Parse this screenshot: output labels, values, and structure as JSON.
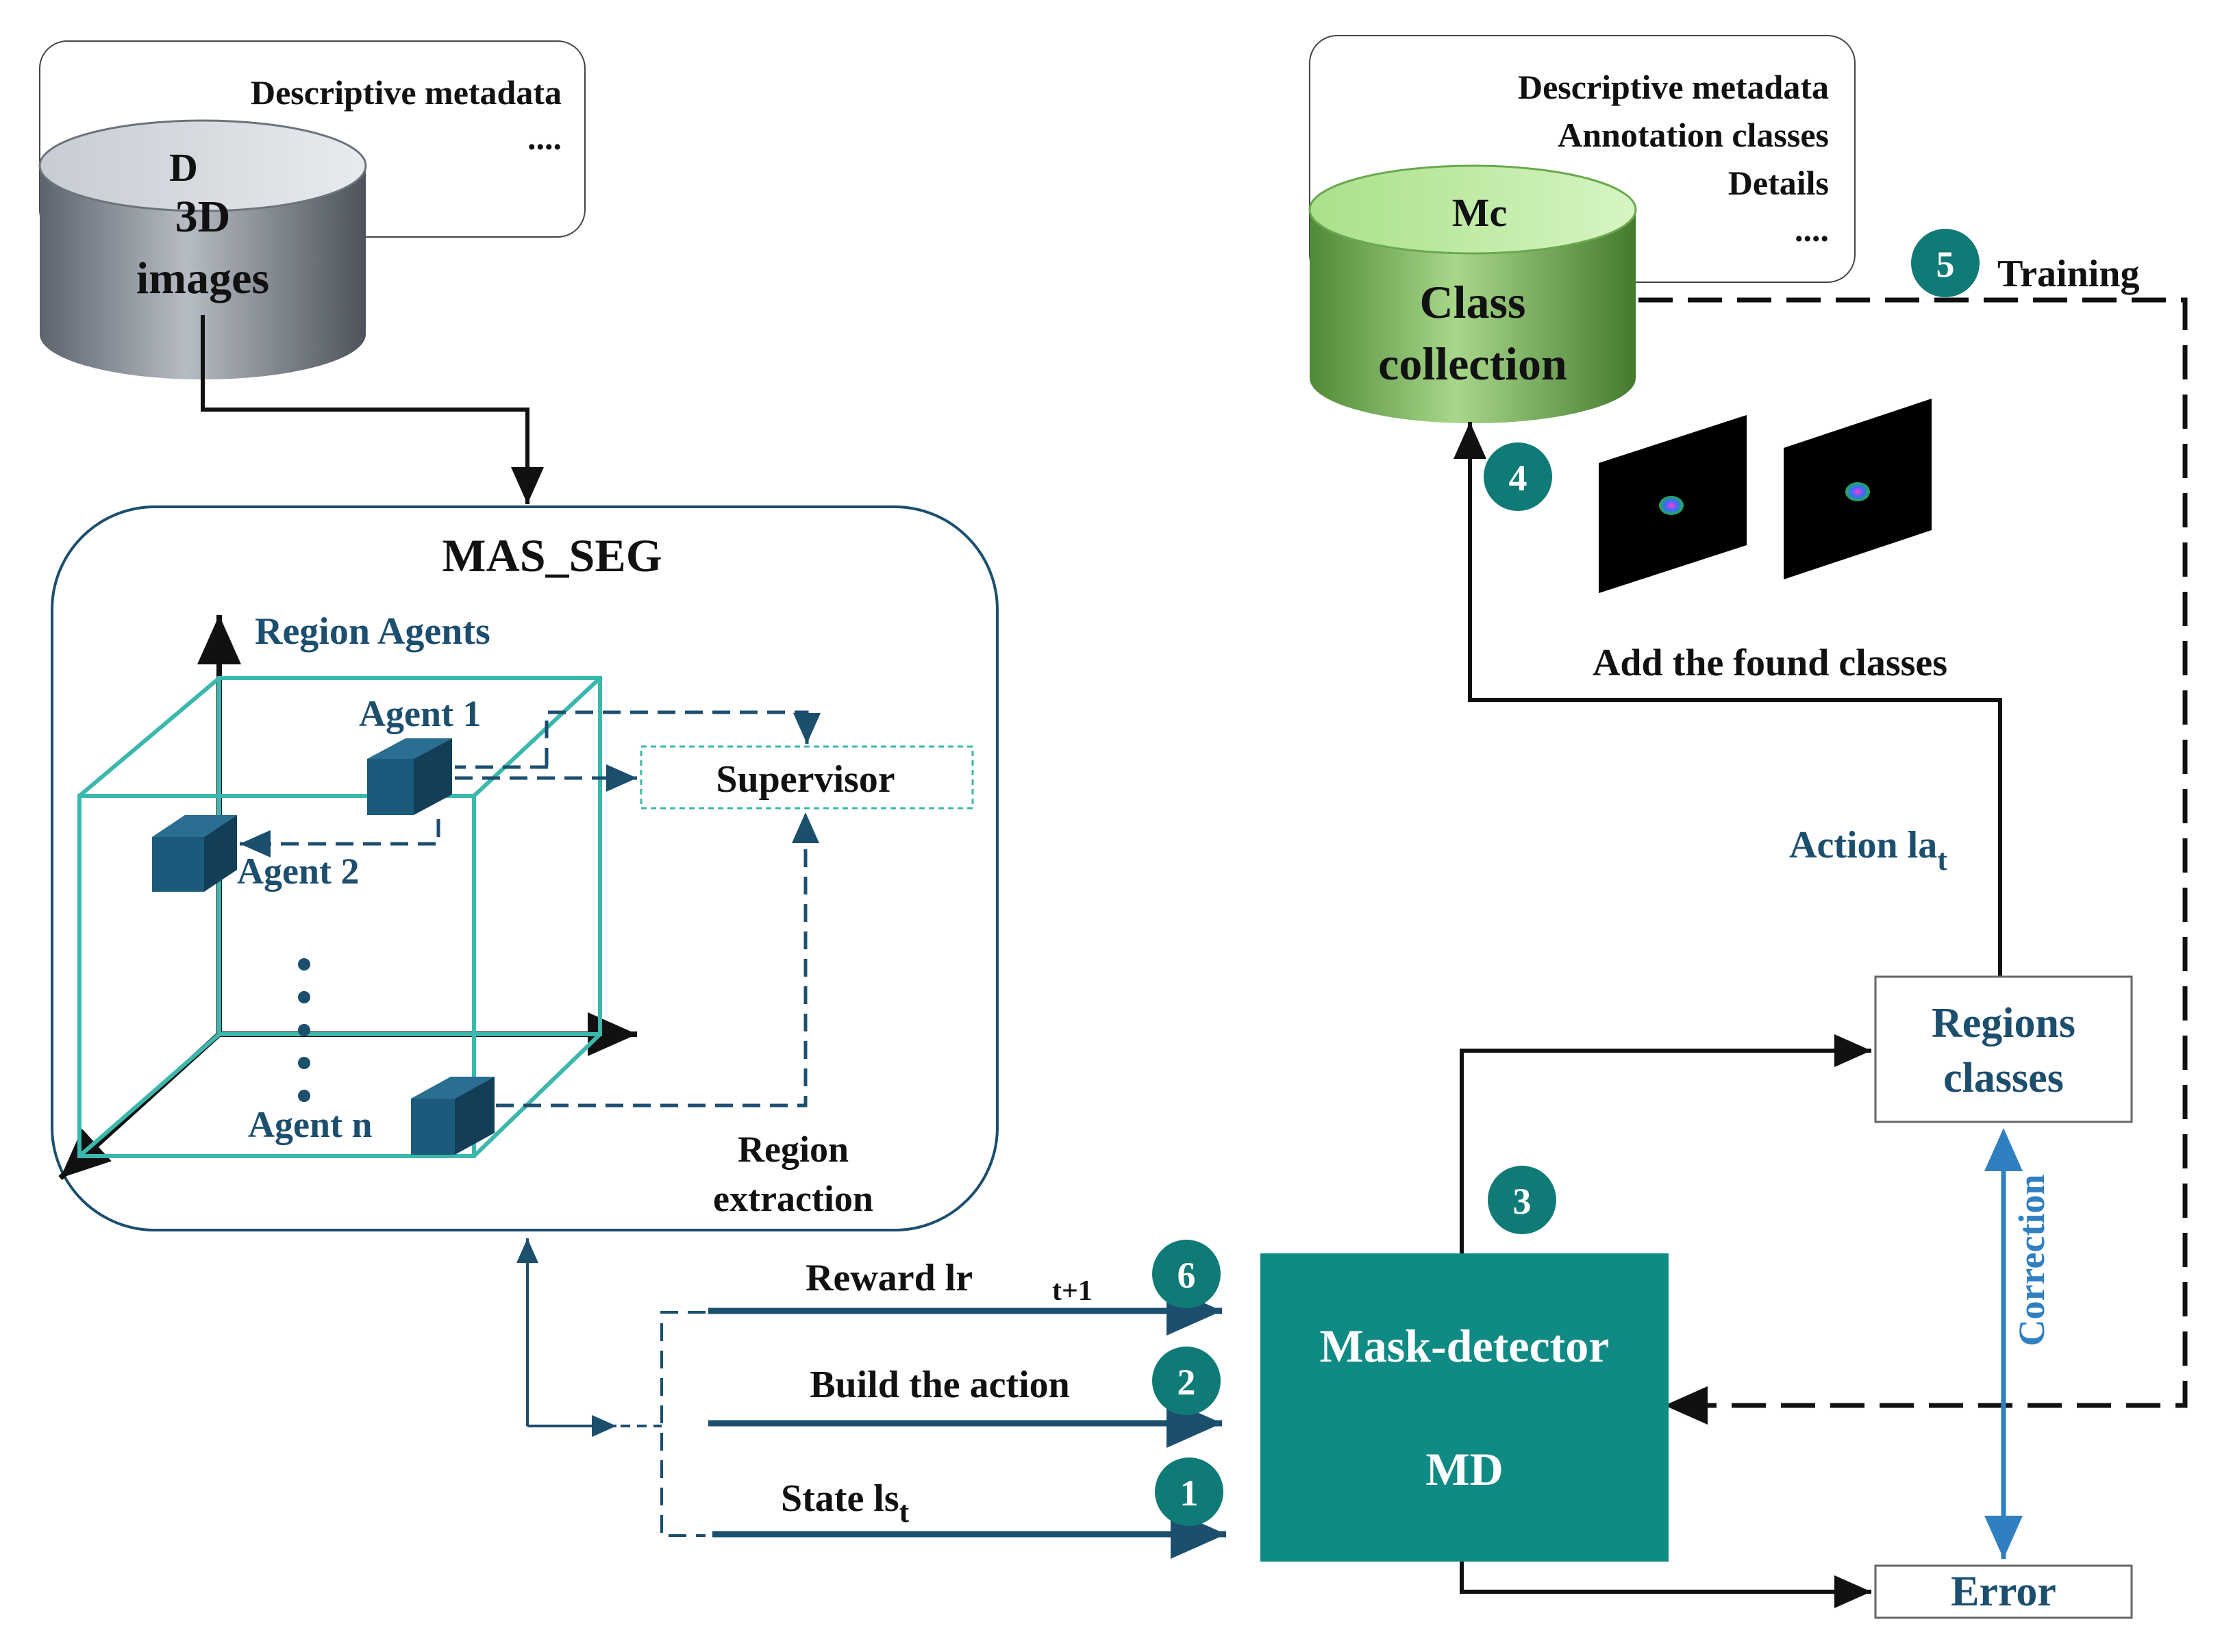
{
  "colors": {
    "dark_blue": "#1c4e6e",
    "teal": "#0f8a84",
    "teal_light": "#3bb8ad",
    "green_cylinder": "#7fb85f",
    "gray_cylinder": "#8e95a0",
    "correction_blue": "#2f7fc1"
  },
  "source_db": {
    "metadata_lines": [
      "Descriptive metadata",
      "...."
    ],
    "letter": "D",
    "label_line1": "3D",
    "label_line2": "images"
  },
  "class_db": {
    "metadata_lines": [
      "Descriptive metadata",
      "Annotation classes",
      "Details",
      "...."
    ],
    "letter": "Mc",
    "label_line1": "Class",
    "label_line2": "collection"
  },
  "mas_seg": {
    "title": "MAS_SEG",
    "region_agents": "Region Agents",
    "agent1": "Agent 1",
    "agent2": "Agent 2",
    "agentn": "Agent n",
    "supervisor": "Supervisor",
    "region_extraction_line1": "Region",
    "region_extraction_line2": "extraction"
  },
  "steps": {
    "s1": "1",
    "s2": "2",
    "s3": "3",
    "s4": "4",
    "s5": "5",
    "s6": "6"
  },
  "arrows": {
    "reward": "Reward lr",
    "reward_sub": "t+1",
    "build_action": "Build the action",
    "state": "State ls",
    "state_sub": "t",
    "training": "Training",
    "add_classes": "Add the found classes",
    "action": "Action la",
    "action_sub": "t",
    "correction": "Correction"
  },
  "mask_detector": {
    "line1": "Mask-detector",
    "line2": "MD"
  },
  "regions_classes": {
    "line1": "Regions",
    "line2": "classes"
  },
  "error_box": {
    "label": "Error"
  },
  "icons": [
    "mask-image-icon",
    "mask-image-icon"
  ]
}
